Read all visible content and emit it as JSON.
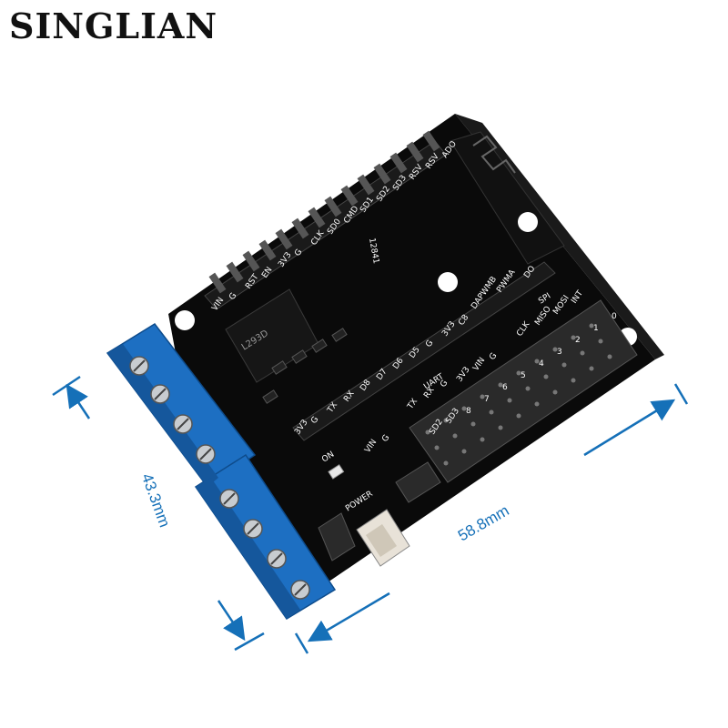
{
  "brand": "SINGLIAN",
  "dimensions": {
    "width_label": "58.8mm",
    "height_label": "43.3mm"
  },
  "board": {
    "top_header_labels": [
      "VIN",
      "G",
      "RST",
      "EN",
      "3V3",
      "G",
      "CLK",
      "SD0",
      "CMD",
      "SD1",
      "SD2",
      "SD3",
      "RSV",
      "RSV",
      "ADO"
    ],
    "mid_labels": [
      "3V3",
      "G",
      "TX",
      "RX",
      "D8",
      "D7",
      "D6",
      "D5",
      "G",
      "3V3",
      "C8",
      "DAPWMB",
      "PWMA",
      "DO"
    ],
    "spi_label": "SPI",
    "spi_pins": [
      "CLK",
      "MISO",
      "MOSI",
      "INT"
    ],
    "uart_label": "UART",
    "uart_pins": [
      "TX",
      "RX",
      "G"
    ],
    "pin_numbers": [
      "8",
      "7",
      "6",
      "5",
      "4",
      "3",
      "2",
      "1",
      "0"
    ],
    "lower_labels": [
      "SD2",
      "SD3",
      "3V3",
      "VIN",
      "G"
    ],
    "power_labels": [
      "VIN",
      "G"
    ],
    "on_label": "ON",
    "power_label": "POWER",
    "chip_text": "12841"
  },
  "colors": {
    "board": "#0d0d0d",
    "terminal": "#1d6fc2",
    "accent": "#1570b8"
  }
}
